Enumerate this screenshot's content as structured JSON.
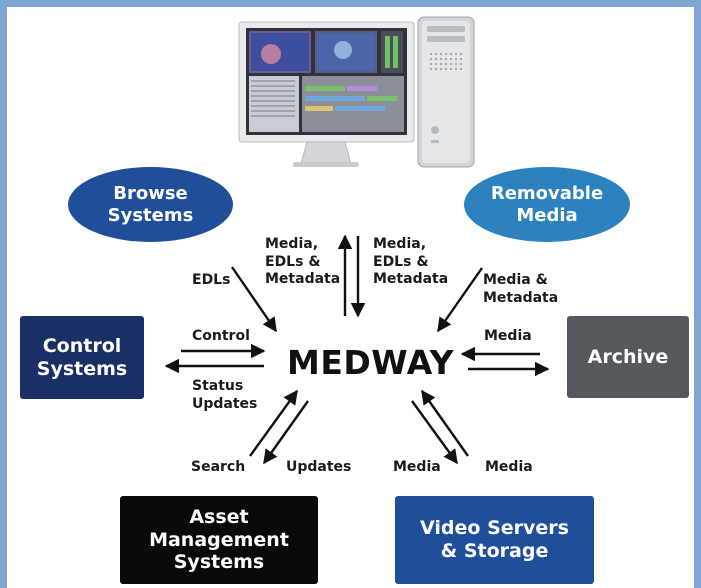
{
  "colors": {
    "border": "#7fa6d2",
    "browse": "#1f4e9a",
    "removable": "#2b82bf",
    "control": "#1a2f66",
    "archive": "#55595d",
    "asset": "#0a0a0a",
    "video": "#1f4e9a"
  },
  "center": {
    "label": "MEDWAY"
  },
  "nodes": {
    "browse": "Browse\nSystems",
    "removable": "Removable\nMedia",
    "control": "Control\nSystems",
    "archive": "Archive",
    "asset": "Asset\nManagement\nSystems",
    "video": "Video Servers\n& Storage"
  },
  "edges": {
    "top_left": "Media,\nEDLs &\nMetadata",
    "top_right": "Media,\nEDLs &\nMetadata",
    "browse": "EDLs",
    "removable": "Media &\nMetadata",
    "control_out": "Control",
    "control_in": "Status\nUpdates",
    "archive": "Media",
    "asset_search": "Search",
    "asset_updates": "Updates",
    "video_left": "Media",
    "video_right": "Media"
  }
}
